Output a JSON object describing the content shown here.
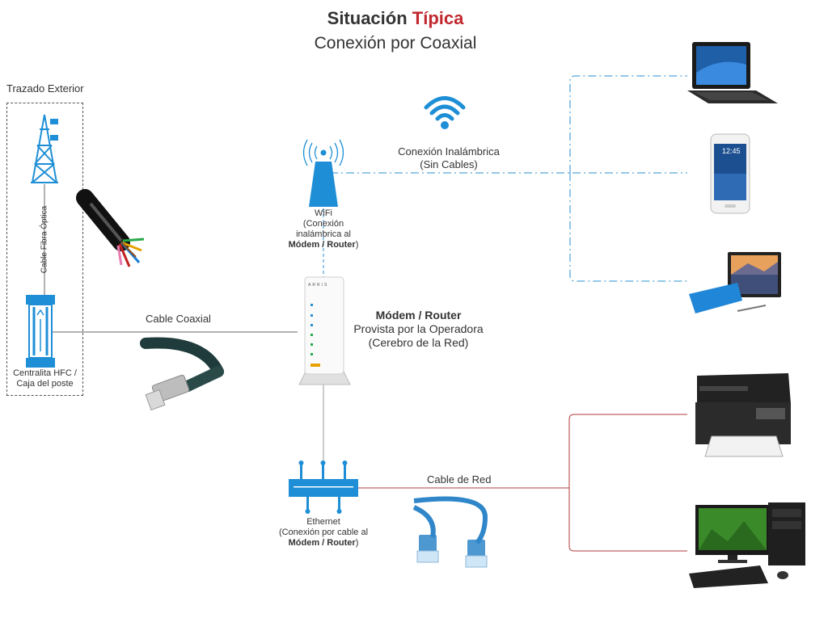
{
  "header": {
    "title_part1": "Situación",
    "title_part2": "Típica",
    "subtitle": "Conexión por Coaxial"
  },
  "outside": {
    "label": "Trazado Exterior",
    "fiber_label": "Cable Fibra Óptica",
    "hfc_line1": "Centralita HFC /",
    "hfc_line2": "Caja del poste"
  },
  "coax": {
    "label": "Cable Coaxial"
  },
  "wireless": {
    "line1": "Conexión Inalámbrica",
    "line2": "(Sin Cables)"
  },
  "wifi": {
    "line1": "WiFi",
    "line2": "(Conexión",
    "line3": "inalámbrica al",
    "line4": "Módem / Router",
    "line4_suffix": ")"
  },
  "modem": {
    "line1": "Módem / Router",
    "line2": "Provista por la Operadora",
    "line3": "(Cerebro de la Red)",
    "brand": "ARRIS"
  },
  "ethernet": {
    "line1": "Ethernet",
    "line2": "(Conexión por cable al",
    "line3": "Módem / Router",
    "line3_suffix": ")"
  },
  "lan": {
    "label": "Cable de Red"
  },
  "phone": {
    "time": "12:45"
  },
  "colors": {
    "accent_blue": "#1e8fd6",
    "title_red": "#c1272d",
    "wired_line": "#b23b3b",
    "wireless_line": "#2a8fd0"
  }
}
